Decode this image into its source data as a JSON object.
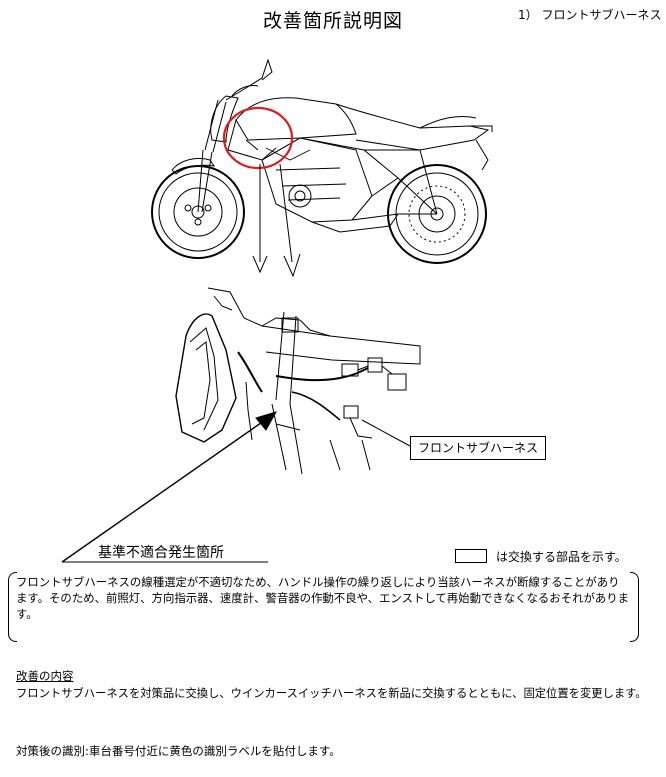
{
  "header": {
    "title": "改善箇所説明図",
    "item_label": "1） フロントサブハーネス"
  },
  "figure": {
    "callout_label": "フロントサブハーネス",
    "nonconformity_label": "基準不適合発生箇所",
    "highlight_color": "#d81e1e"
  },
  "legend": {
    "text": "は交換する部品を示す。"
  },
  "description": {
    "text": "フロントサブハーネスの線種選定が不適切なため、ハンドル操作の繰り返しにより当該ハーネスが断線することがあります。そのため、前照灯、方向指示器、速度計、警音器の作動不良や、エンストして再始動できなくなるおそれがあります。"
  },
  "improvement": {
    "heading": "改善の内容",
    "body": "フロントサブハーネスを対策品に交換し、ウインカースイッチハーネスを新品に交換するとともに、固定位置を変更します。"
  },
  "identification": {
    "text": "対策後の識別:車台番号付近に黄色の識別ラベルを貼付します。"
  }
}
